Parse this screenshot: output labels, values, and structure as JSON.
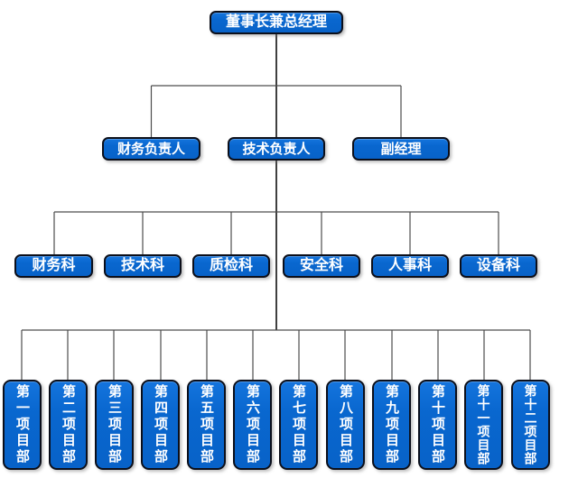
{
  "style": {
    "background": "#ffffff",
    "node_fill": "#0967cf",
    "node_border": "#0c0f1a",
    "node_text_color": "#ffffff",
    "connector_color": "#4d4d4d"
  },
  "org": {
    "root": {
      "label": "董事长兼总经理"
    },
    "managers": [
      {
        "label": "财务负责人"
      },
      {
        "label": "技术负责人"
      },
      {
        "label": "副经理"
      }
    ],
    "departments": [
      {
        "label": "财务科"
      },
      {
        "label": "技术科"
      },
      {
        "label": "质检科"
      },
      {
        "label": "安全科"
      },
      {
        "label": "人事科"
      },
      {
        "label": "设备科"
      }
    ],
    "projects": [
      {
        "label": "第一项目部"
      },
      {
        "label": "第二项目部"
      },
      {
        "label": "第三项目部"
      },
      {
        "label": "第四项目部"
      },
      {
        "label": "第五项目部"
      },
      {
        "label": "第六项目部"
      },
      {
        "label": "第七项目部"
      },
      {
        "label": "第八项目部"
      },
      {
        "label": "第九项目部"
      },
      {
        "label": "第十项目部"
      },
      {
        "label": "第十一项目部"
      },
      {
        "label": "第十二项目部"
      }
    ]
  }
}
